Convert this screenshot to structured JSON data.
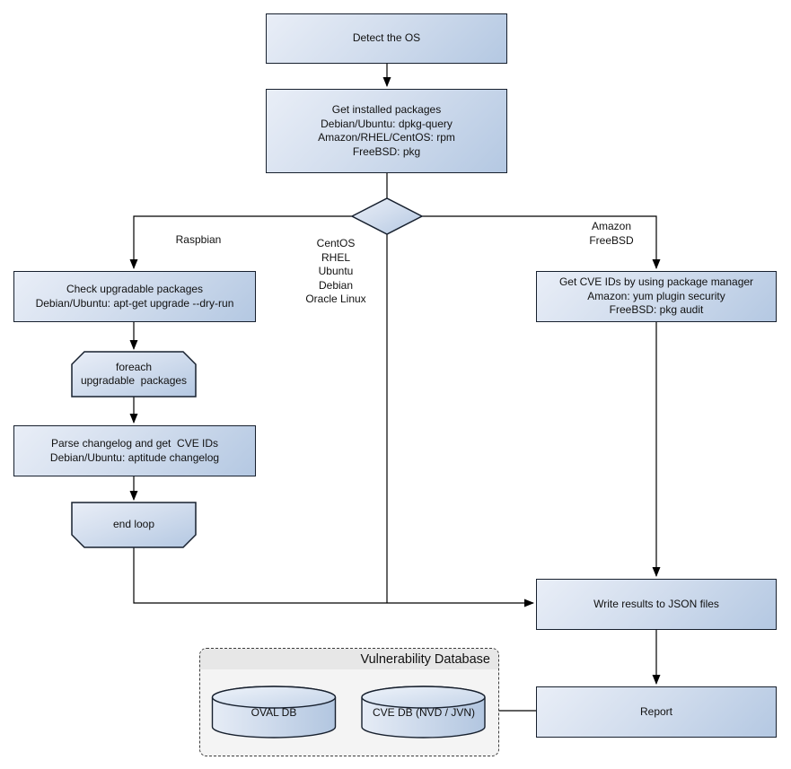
{
  "nodes": {
    "detect_os": "Detect the OS",
    "get_installed": "Get installed packages\nDebian/Ubuntu: dpkg-query\nAmazon/RHEL/CentOS: rpm\nFreeBSD: pkg",
    "check_upgradable": "Check upgradable packages\nDebian/Ubuntu: apt-get upgrade --dry-run",
    "foreach_loop": "foreach\nupgradable  packages",
    "parse_changelog": "Parse changelog and get  CVE IDs\nDebian/Ubuntu: aptitude changelog",
    "end_loop": "end loop",
    "get_cve_ids": "Get CVE IDs by using package manager\nAmazon: yum plugin security\nFreeBSD: pkg audit",
    "write_results": "Write results to JSON files",
    "report": "Report"
  },
  "edge_labels": {
    "left_branch": "Raspbian",
    "middle_branch": "CentOS\nRHEL\nUbuntu\nDebian\nOracle Linux",
    "right_branch": "Amazon\nFreeBSD"
  },
  "database": {
    "title": "Vulnerability Database",
    "oval_db": "OVAL DB",
    "cve_db": "CVE DB (NVD / JVN)"
  },
  "colors": {
    "node_fill_light": "#e9eef7",
    "node_fill_dark": "#b4c8e2",
    "node_border": "#17202e",
    "edge_line": "#000000",
    "container_fill": "#f4f4f4",
    "container_header_fill": "#e7e7e7",
    "container_border": "#3c3c3c",
    "background": "#ffffff"
  }
}
